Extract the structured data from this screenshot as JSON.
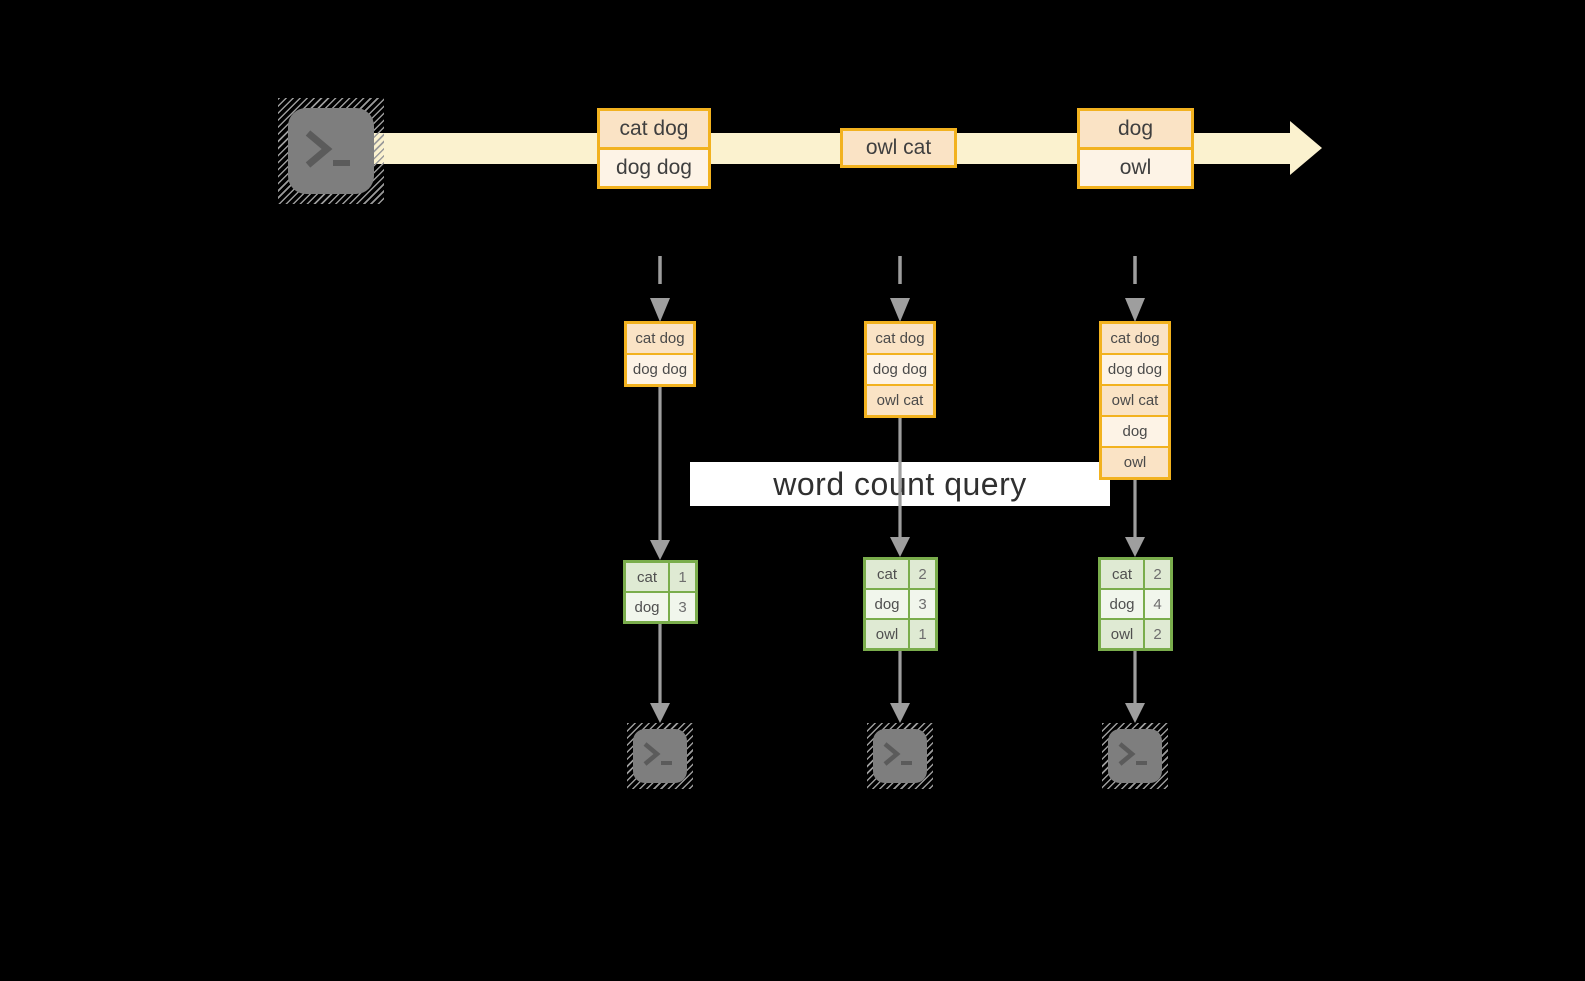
{
  "query_label": "word count query",
  "colors": {
    "gold": "#f2b21f",
    "cream": "#fbf2cf",
    "peach_dark": "#fae3c5",
    "peach_light": "#fdf3e6",
    "ink": "#3f3f3f",
    "green": "#7aad4c",
    "green_dark": "#dfead3",
    "green_light": "#f1f6ec",
    "arrow_gray": "#9e9e9e",
    "terminal_gray": "#7e7e7e",
    "terminal_glyph": "#5b5b5b",
    "query_bg": "#ffffff",
    "query_text": "#303030"
  },
  "icons": {
    "source": "terminal-icon",
    "sinks": [
      "terminal-icon",
      "terminal-icon",
      "terminal-icon"
    ]
  },
  "timeline": {
    "events": [
      {
        "rows": [
          "cat dog",
          "dog dog"
        ]
      },
      {
        "rows": [
          "owl cat"
        ]
      },
      {
        "rows": [
          "dog",
          "owl"
        ]
      }
    ]
  },
  "columns": [
    {
      "buffer": [
        "cat dog",
        "dog dog"
      ],
      "result": [
        {
          "word": "cat",
          "count": "1"
        },
        {
          "word": "dog",
          "count": "3"
        }
      ]
    },
    {
      "buffer": [
        "cat dog",
        "dog dog",
        "owl cat"
      ],
      "result": [
        {
          "word": "cat",
          "count": "2"
        },
        {
          "word": "dog",
          "count": "3"
        },
        {
          "word": "owl",
          "count": "1"
        }
      ]
    },
    {
      "buffer": [
        "cat dog",
        "dog dog",
        "owl cat",
        "dog",
        "owl"
      ],
      "result": [
        {
          "word": "cat",
          "count": "2"
        },
        {
          "word": "dog",
          "count": "4"
        },
        {
          "word": "owl",
          "count": "2"
        }
      ]
    }
  ]
}
